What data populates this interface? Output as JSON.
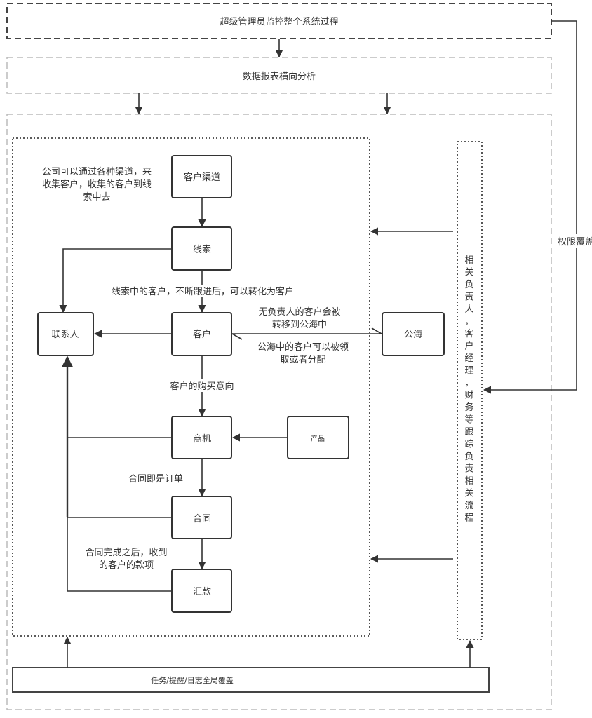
{
  "diagram": {
    "top_box": {
      "label": "超级管理员监控整个系统过程"
    },
    "report_box": {
      "label": "数据报表横向分析"
    },
    "bottom_box": {
      "label": "任务/提醒/日志全局覆盖"
    },
    "side_box": {
      "label": "相关负责人，客户经理，财务等跟踪负责相关流程"
    },
    "permission_label": "权限覆盖",
    "nodes": {
      "channel": "客户渠道",
      "clue": "线索",
      "customer": "客户",
      "contact": "联系人",
      "public_pool": "公海",
      "opportunity": "商机",
      "product": "产品",
      "contract": "合同",
      "payment": "汇款"
    },
    "annotations": {
      "channel_note": [
        "公司可以通过各种渠道，来",
        "收集客户，收集的客户到线",
        "索中去"
      ],
      "clue_to_customer": "线索中的客户，不断跟进后，可以转化为客户",
      "to_pool": [
        "无负责人的客户会被",
        "转移到公海中"
      ],
      "from_pool": [
        "公海中的客户可以被领",
        "取或者分配"
      ],
      "purchase_intent": "客户的购买意向",
      "contract_is_order": "合同即是订单",
      "after_contract": [
        "合同完成之后，收到",
        "的客户的款项"
      ]
    }
  }
}
